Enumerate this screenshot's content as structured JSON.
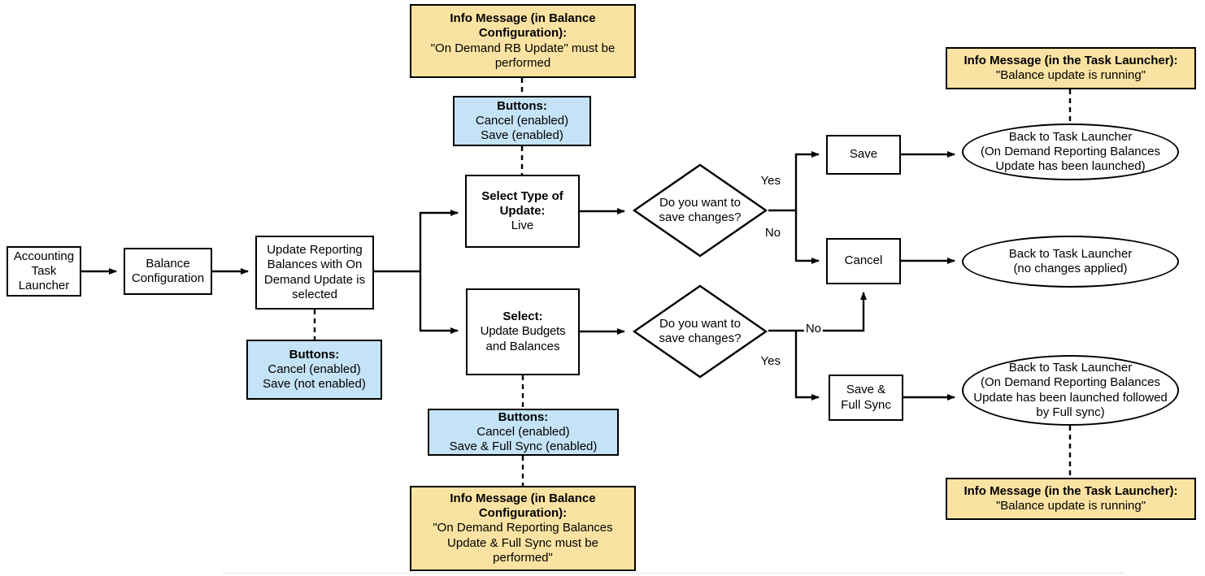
{
  "diagram": {
    "title": "Balance Configuration On Demand Update flow",
    "colors": {
      "note_yellow": "#FAE3A2",
      "note_blue": "#C5E3F6",
      "stroke": "#000000",
      "background": "#FFFFFF"
    }
  },
  "nodes": {
    "accounting_task_launcher": {
      "line1": "Accounting",
      "line2": "Task",
      "line3": "Launcher"
    },
    "balance_configuration": {
      "line1": "Balance",
      "line2": "Configuration"
    },
    "update_rb_selected": {
      "line1": "Update Reporting",
      "line2": "Balances with On",
      "line3": "Demand Update is",
      "line4": "selected"
    },
    "select_type_of_update": {
      "header": "Select Type of Update:",
      "value": "Live"
    },
    "select_update_budgets": {
      "header": "Select:",
      "value_line1": "Update Budgets",
      "value_line2": "and Balances"
    },
    "decision_top": {
      "line1": "Do you want to",
      "line2": "save changes?"
    },
    "decision_bottom": {
      "line1": "Do you want to",
      "line2": "save changes?"
    },
    "save": {
      "label": "Save"
    },
    "cancel": {
      "label": "Cancel"
    },
    "save_full_sync": {
      "line1": "Save &",
      "line2": "Full Sync"
    },
    "end_save": {
      "line1": "Back to Task Launcher",
      "line2": "(On Demand Reporting Balances",
      "line3": "Update has been launched)"
    },
    "end_cancel": {
      "line1": "Back to Task Launcher",
      "line2": "(no changes applied)"
    },
    "end_full_sync": {
      "line1": "Back to Task Launcher",
      "line2": "(On Demand Reporting Balances",
      "line3": "Update has been launched followed",
      "line4": "by Full sync)"
    }
  },
  "notes": {
    "info_top_center": {
      "header": "Info Message (in Balance Configuration):",
      "body_line1": "\"On Demand RB Update\" must be",
      "body_line2": "performed"
    },
    "buttons_top_center": {
      "header": "Buttons:",
      "body_line1": "Cancel (enabled)",
      "body_line2": "Save (enabled)"
    },
    "buttons_left": {
      "header": "Buttons:",
      "body_line1": "Cancel (enabled)",
      "body_line2": "Save (not enabled)"
    },
    "buttons_bottom_center": {
      "header": "Buttons:",
      "body_line1": "Cancel (enabled)",
      "body_line2": "Save & Full Sync (enabled)"
    },
    "info_bottom_center": {
      "header": "Info Message (in Balance Configuration):",
      "body_line1": "\"On Demand Reporting Balances",
      "body_line2": "Update & Full Sync must be",
      "body_line3": "performed\""
    },
    "info_top_right": {
      "header": "Info Message (in the Task Launcher):",
      "body_line1": "\"Balance update is running\""
    },
    "info_bottom_right": {
      "header": "Info Message (in the Task Launcher):",
      "body_line1": "\"Balance update is running\""
    }
  },
  "edge_labels": {
    "top_yes": "Yes",
    "top_no": "No",
    "bottom_no": "No",
    "bottom_yes": "Yes"
  }
}
